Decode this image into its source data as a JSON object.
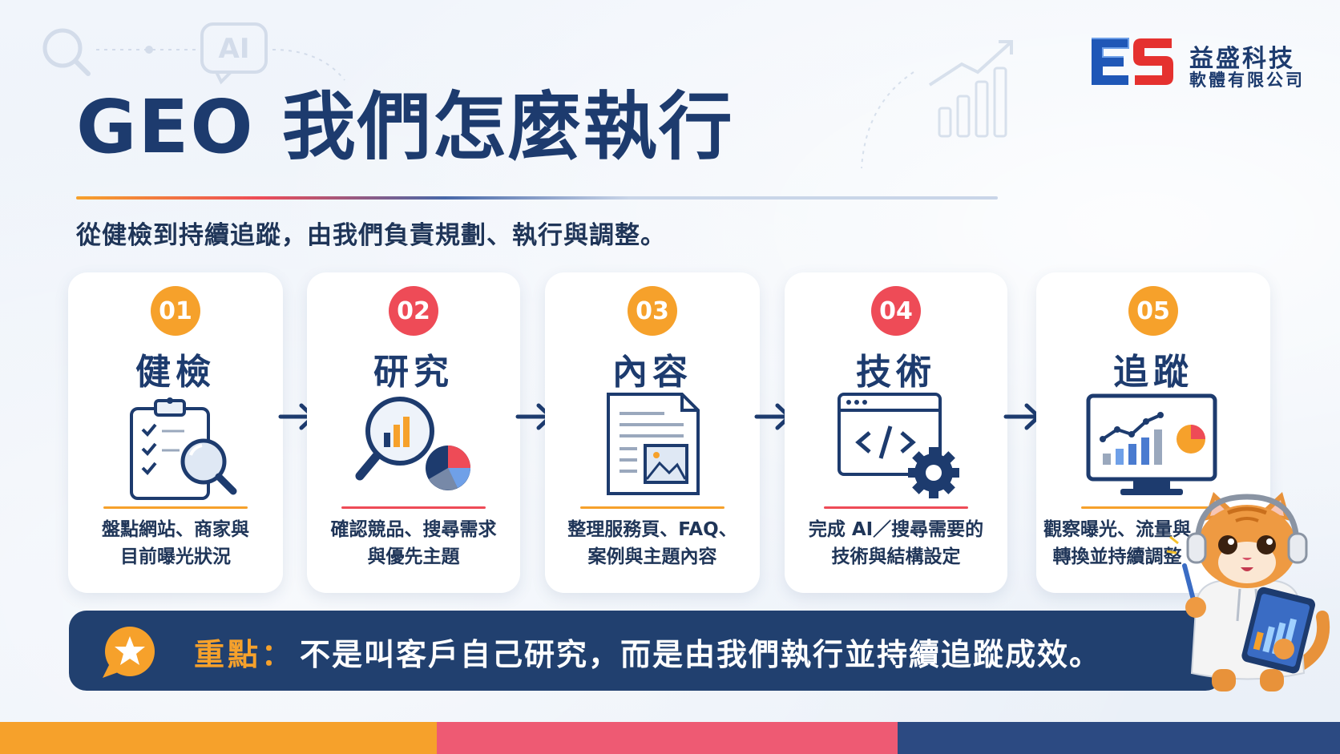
{
  "header": {
    "title": "GEO 我們怎麼執行",
    "subtitle": "從健檢到持續追蹤，由我們負責規劃、執行與調整。"
  },
  "logo": {
    "name": "益盛科技",
    "sub": "軟體有限公司"
  },
  "deco": {
    "ai_badge": "AI"
  },
  "steps": [
    {
      "num": "01",
      "title": "健檢",
      "desc1": "盤點網站、商家與",
      "desc2": "目前曝光狀況",
      "icon": "clipboard-magnifier-icon",
      "color": "#f6a12b"
    },
    {
      "num": "02",
      "title": "研究",
      "desc1": "確認競品、搜尋需求",
      "desc2": "與優先主題",
      "icon": "magnifier-chart-icon",
      "color": "#ee4b57"
    },
    {
      "num": "03",
      "title": "內容",
      "desc1": "整理服務頁、FAQ、",
      "desc2": "案例與主題內容",
      "icon": "document-image-icon",
      "color": "#f6a12b"
    },
    {
      "num": "04",
      "title": "技術",
      "desc1": "完成 AI／搜尋需要的",
      "desc2": "技術與結構設定",
      "icon": "code-window-gear-icon",
      "color": "#ee4b57"
    },
    {
      "num": "05",
      "title": "追蹤",
      "desc1": "觀察曝光、流量與",
      "desc2": "轉換並持續調整",
      "icon": "monitor-analytics-icon",
      "color": "#f6a12b"
    }
  ],
  "key_point": {
    "label": "重點：",
    "text": "不是叫客戶自己研究，而是由我們執行並持續追蹤成效。"
  },
  "colors": {
    "navy": "#1d3b6e",
    "orange": "#f6a12b",
    "red": "#ee4b57",
    "banner": "#21406f"
  }
}
